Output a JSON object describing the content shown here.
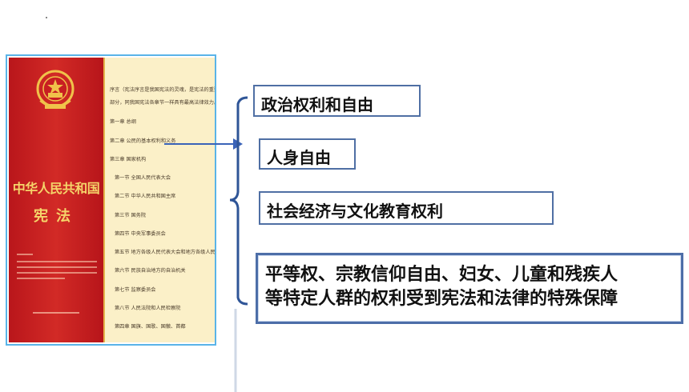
{
  "toc": {
    "items": [
      "序言（宪法序言是我国宪法的灵魂，是宪法的重要组成",
      "部分，同我国宪法各章节一样具有最高法律效力。）",
      "第一章 总纲",
      "第二章 公民的基本权利和义务",
      "第三章 国家机构",
      "第一节 全国人民代表大会",
      "第二节 中华人民共和国主席",
      "第三节 国务院",
      "第四节 中央军事委员会",
      "第五节 地方各级人民代表大会和地方各级人民政府",
      "第六节 民族自治地方的自治机关",
      "第七节 监察委员会",
      "第八节 人民法院和人民检察院",
      "第四章 国旗、国歌、国徽、首都"
    ]
  },
  "cover": {
    "title": "中华人民共和国",
    "subtitle": "宪法"
  },
  "boxes": {
    "political": "政治权利和自由",
    "personal": "人身自由",
    "social": "社会经济与文化教育权利",
    "special_line1": "平等权、宗教信仰自由、妇女、儿童和残疾人",
    "special_line2": "等特定人群的权利受到宪法和法律的特殊保障"
  },
  "colors": {
    "box_border": "#4f6fa4",
    "bracket": "#2f5597",
    "arrow": "#3a63b8",
    "cover_red": "#c81e22",
    "cover_gold": "#f5d46a"
  }
}
